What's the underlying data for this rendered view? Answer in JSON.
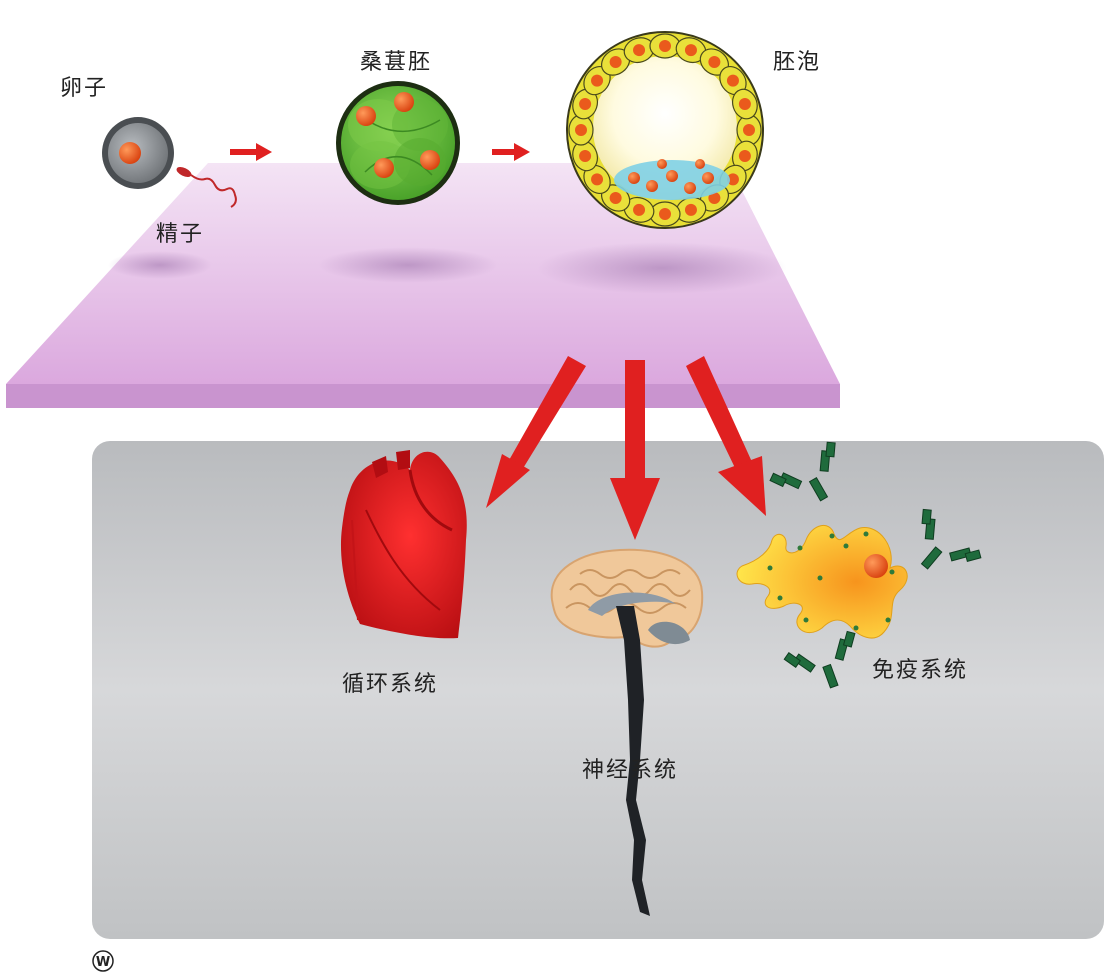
{
  "stages": {
    "egg": "卵子",
    "sperm": "精子",
    "morula": "桑葚胚",
    "blastocyst": "胚泡"
  },
  "systems": {
    "circulatory": "循环系统",
    "nervous": "神经系统",
    "immune": "免疫系统"
  },
  "colors": {
    "arrow": "#e02020",
    "platform": "#e3b6e6",
    "panel": "#c4c6c8",
    "heart": "#e0151c",
    "morula": "#6cbf3a",
    "cell_yellow": "#e6dc2e",
    "nucleus": "#f05a1e",
    "immune_cell": "#f6b51e",
    "antibody": "#1f6b3c"
  },
  "icons": [
    "egg-icon",
    "sperm-icon",
    "morula-icon",
    "blastocyst-icon",
    "heart-icon",
    "brain-icon",
    "immune-cell-icon",
    "antibody-icon",
    "watermark-logo"
  ],
  "watermark": "W"
}
